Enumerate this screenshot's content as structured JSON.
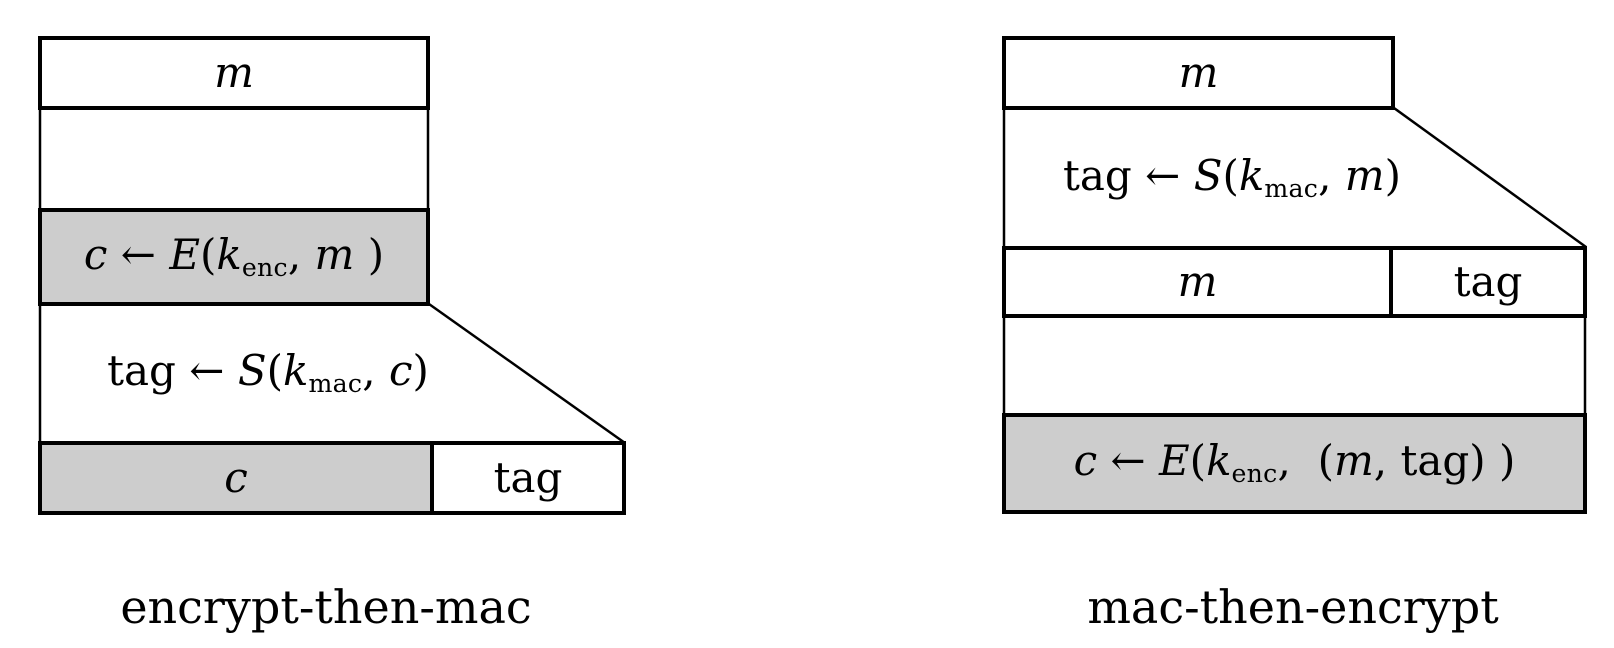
{
  "colors": {
    "shaded_fill": "#cdcdcd",
    "line": "#000000",
    "background": "#ffffff"
  },
  "left_diagram": {
    "caption": "encrypt-then-mac",
    "message_box_label": "m",
    "encrypt_formula": [
      {
        "t": "c",
        "s": "it"
      },
      {
        "t": " ← ",
        "s": "rm"
      },
      {
        "t": "E",
        "s": "it"
      },
      {
        "t": "(",
        "s": "rm"
      },
      {
        "t": "k",
        "s": "it"
      },
      {
        "t": "enc",
        "s": "sub"
      },
      {
        "t": ", ",
        "s": "rm"
      },
      {
        "t": "m",
        "s": "it"
      },
      {
        "t": " )",
        "s": "rm"
      }
    ],
    "mac_formula": [
      {
        "t": "tag ← ",
        "s": "rm"
      },
      {
        "t": "S",
        "s": "it"
      },
      {
        "t": "(",
        "s": "rm"
      },
      {
        "t": "k",
        "s": "it"
      },
      {
        "t": "mac",
        "s": "sub"
      },
      {
        "t": ", ",
        "s": "rm"
      },
      {
        "t": "c",
        "s": "it"
      },
      {
        "t": ")",
        "s": "rm"
      }
    ],
    "ciphertext_box_label": "c",
    "tag_box_label": "tag"
  },
  "right_diagram": {
    "caption": "mac-then-encrypt",
    "message_box_label": "m",
    "mac_formula": [
      {
        "t": "tag ← ",
        "s": "rm"
      },
      {
        "t": "S",
        "s": "it"
      },
      {
        "t": "(",
        "s": "rm"
      },
      {
        "t": "k",
        "s": "it"
      },
      {
        "t": "mac",
        "s": "sub"
      },
      {
        "t": ", ",
        "s": "rm"
      },
      {
        "t": "m",
        "s": "it"
      },
      {
        "t": ")",
        "s": "rm"
      }
    ],
    "tagged_message_box_label": "m",
    "tag_box_label": "tag",
    "encrypt_formula": [
      {
        "t": "c",
        "s": "it"
      },
      {
        "t": " ← ",
        "s": "rm"
      },
      {
        "t": "E",
        "s": "it"
      },
      {
        "t": "(",
        "s": "rm"
      },
      {
        "t": "k",
        "s": "it"
      },
      {
        "t": "enc",
        "s": "sub"
      },
      {
        "t": ",  (",
        "s": "rm"
      },
      {
        "t": "m",
        "s": "it"
      },
      {
        "t": ", tag) )",
        "s": "rm"
      }
    ]
  }
}
